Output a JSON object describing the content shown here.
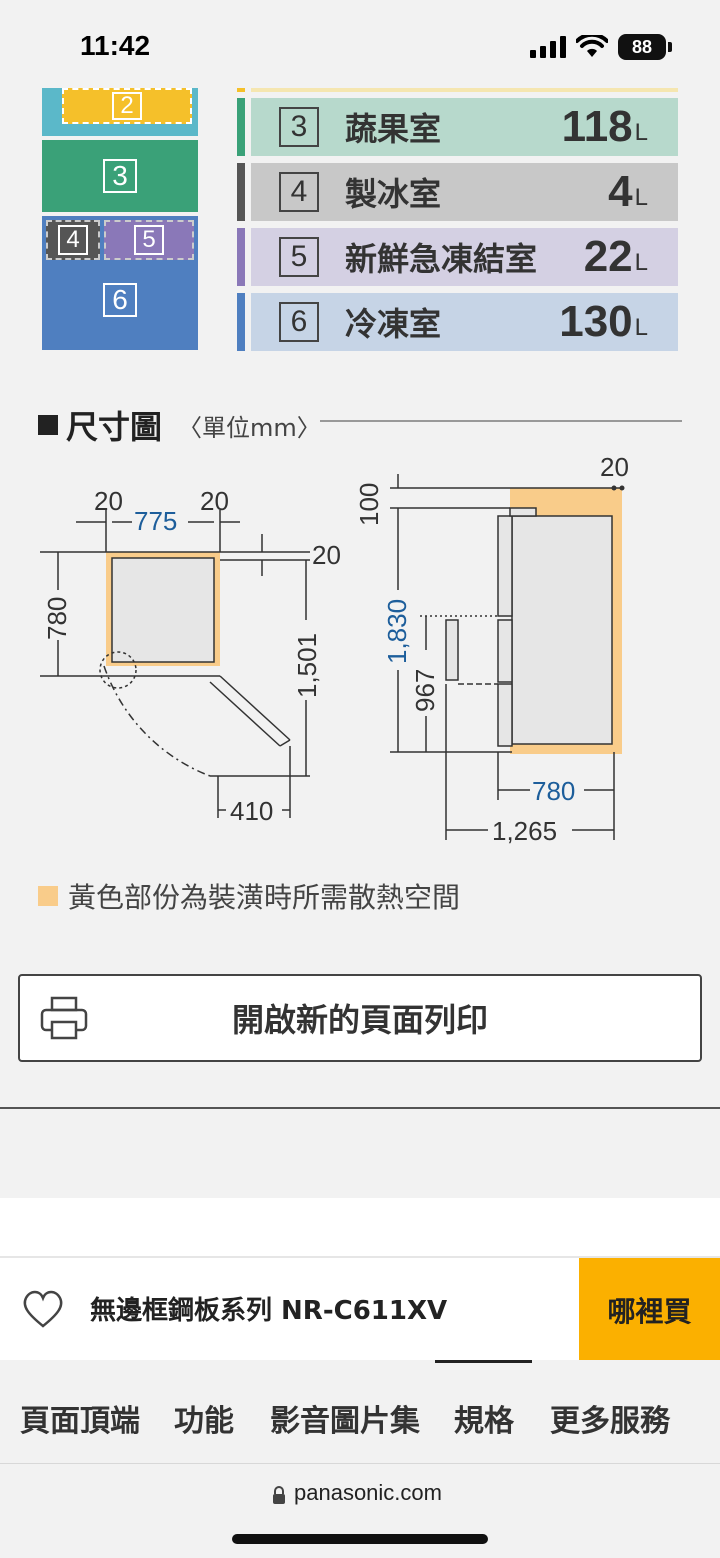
{
  "status": {
    "time": "11:42",
    "battery": "88"
  },
  "compartments": {
    "left_labels": [
      "2",
      "3",
      "4",
      "5",
      "6"
    ],
    "rows": [
      {
        "num": "3",
        "name": "蔬果室",
        "volume": "118",
        "unit": "L",
        "color": "#b7d9cc",
        "stripe": "#3aa178"
      },
      {
        "num": "4",
        "name": "製冰室",
        "volume": "4",
        "unit": "L",
        "color": "#c8c8c8",
        "stripe": "#555555"
      },
      {
        "num": "5",
        "name": "新鮮急凍結室",
        "volume": "22",
        "unit": "L",
        "color": "#d4d0e3",
        "stripe": "#8a78b8"
      },
      {
        "num": "6",
        "name": "冷凍室",
        "volume": "130",
        "unit": "L",
        "color": "#c6d4e6",
        "stripe": "#4f7fc0"
      }
    ]
  },
  "dimensions": {
    "title": "尺寸圖",
    "unit_label": "〈單位mm〉",
    "top_view": {
      "w_left": "20",
      "w_mid": "775",
      "w_right": "20",
      "gap": "20",
      "depth": "780",
      "door_depth": "1,501",
      "door_swing": "410"
    },
    "side_view": {
      "top_gap": "20",
      "top_clear": "100",
      "height": "1,830",
      "lower_height": "967",
      "depth": "780",
      "total_depth": "1,265"
    }
  },
  "legend": {
    "text": "黃色部份為裝潢時所需散熱空間",
    "color": "#f9cc8a"
  },
  "print_button": {
    "label": "開啟新的頁面列印"
  },
  "product_bar": {
    "name": "無邊框鋼板系列 NR-C611XV",
    "buy_label": "哪裡買"
  },
  "tabs": [
    "頁面頂端",
    "功能",
    "影音圖片集",
    "規格",
    "更多服務"
  ],
  "url": "panasonic.com"
}
